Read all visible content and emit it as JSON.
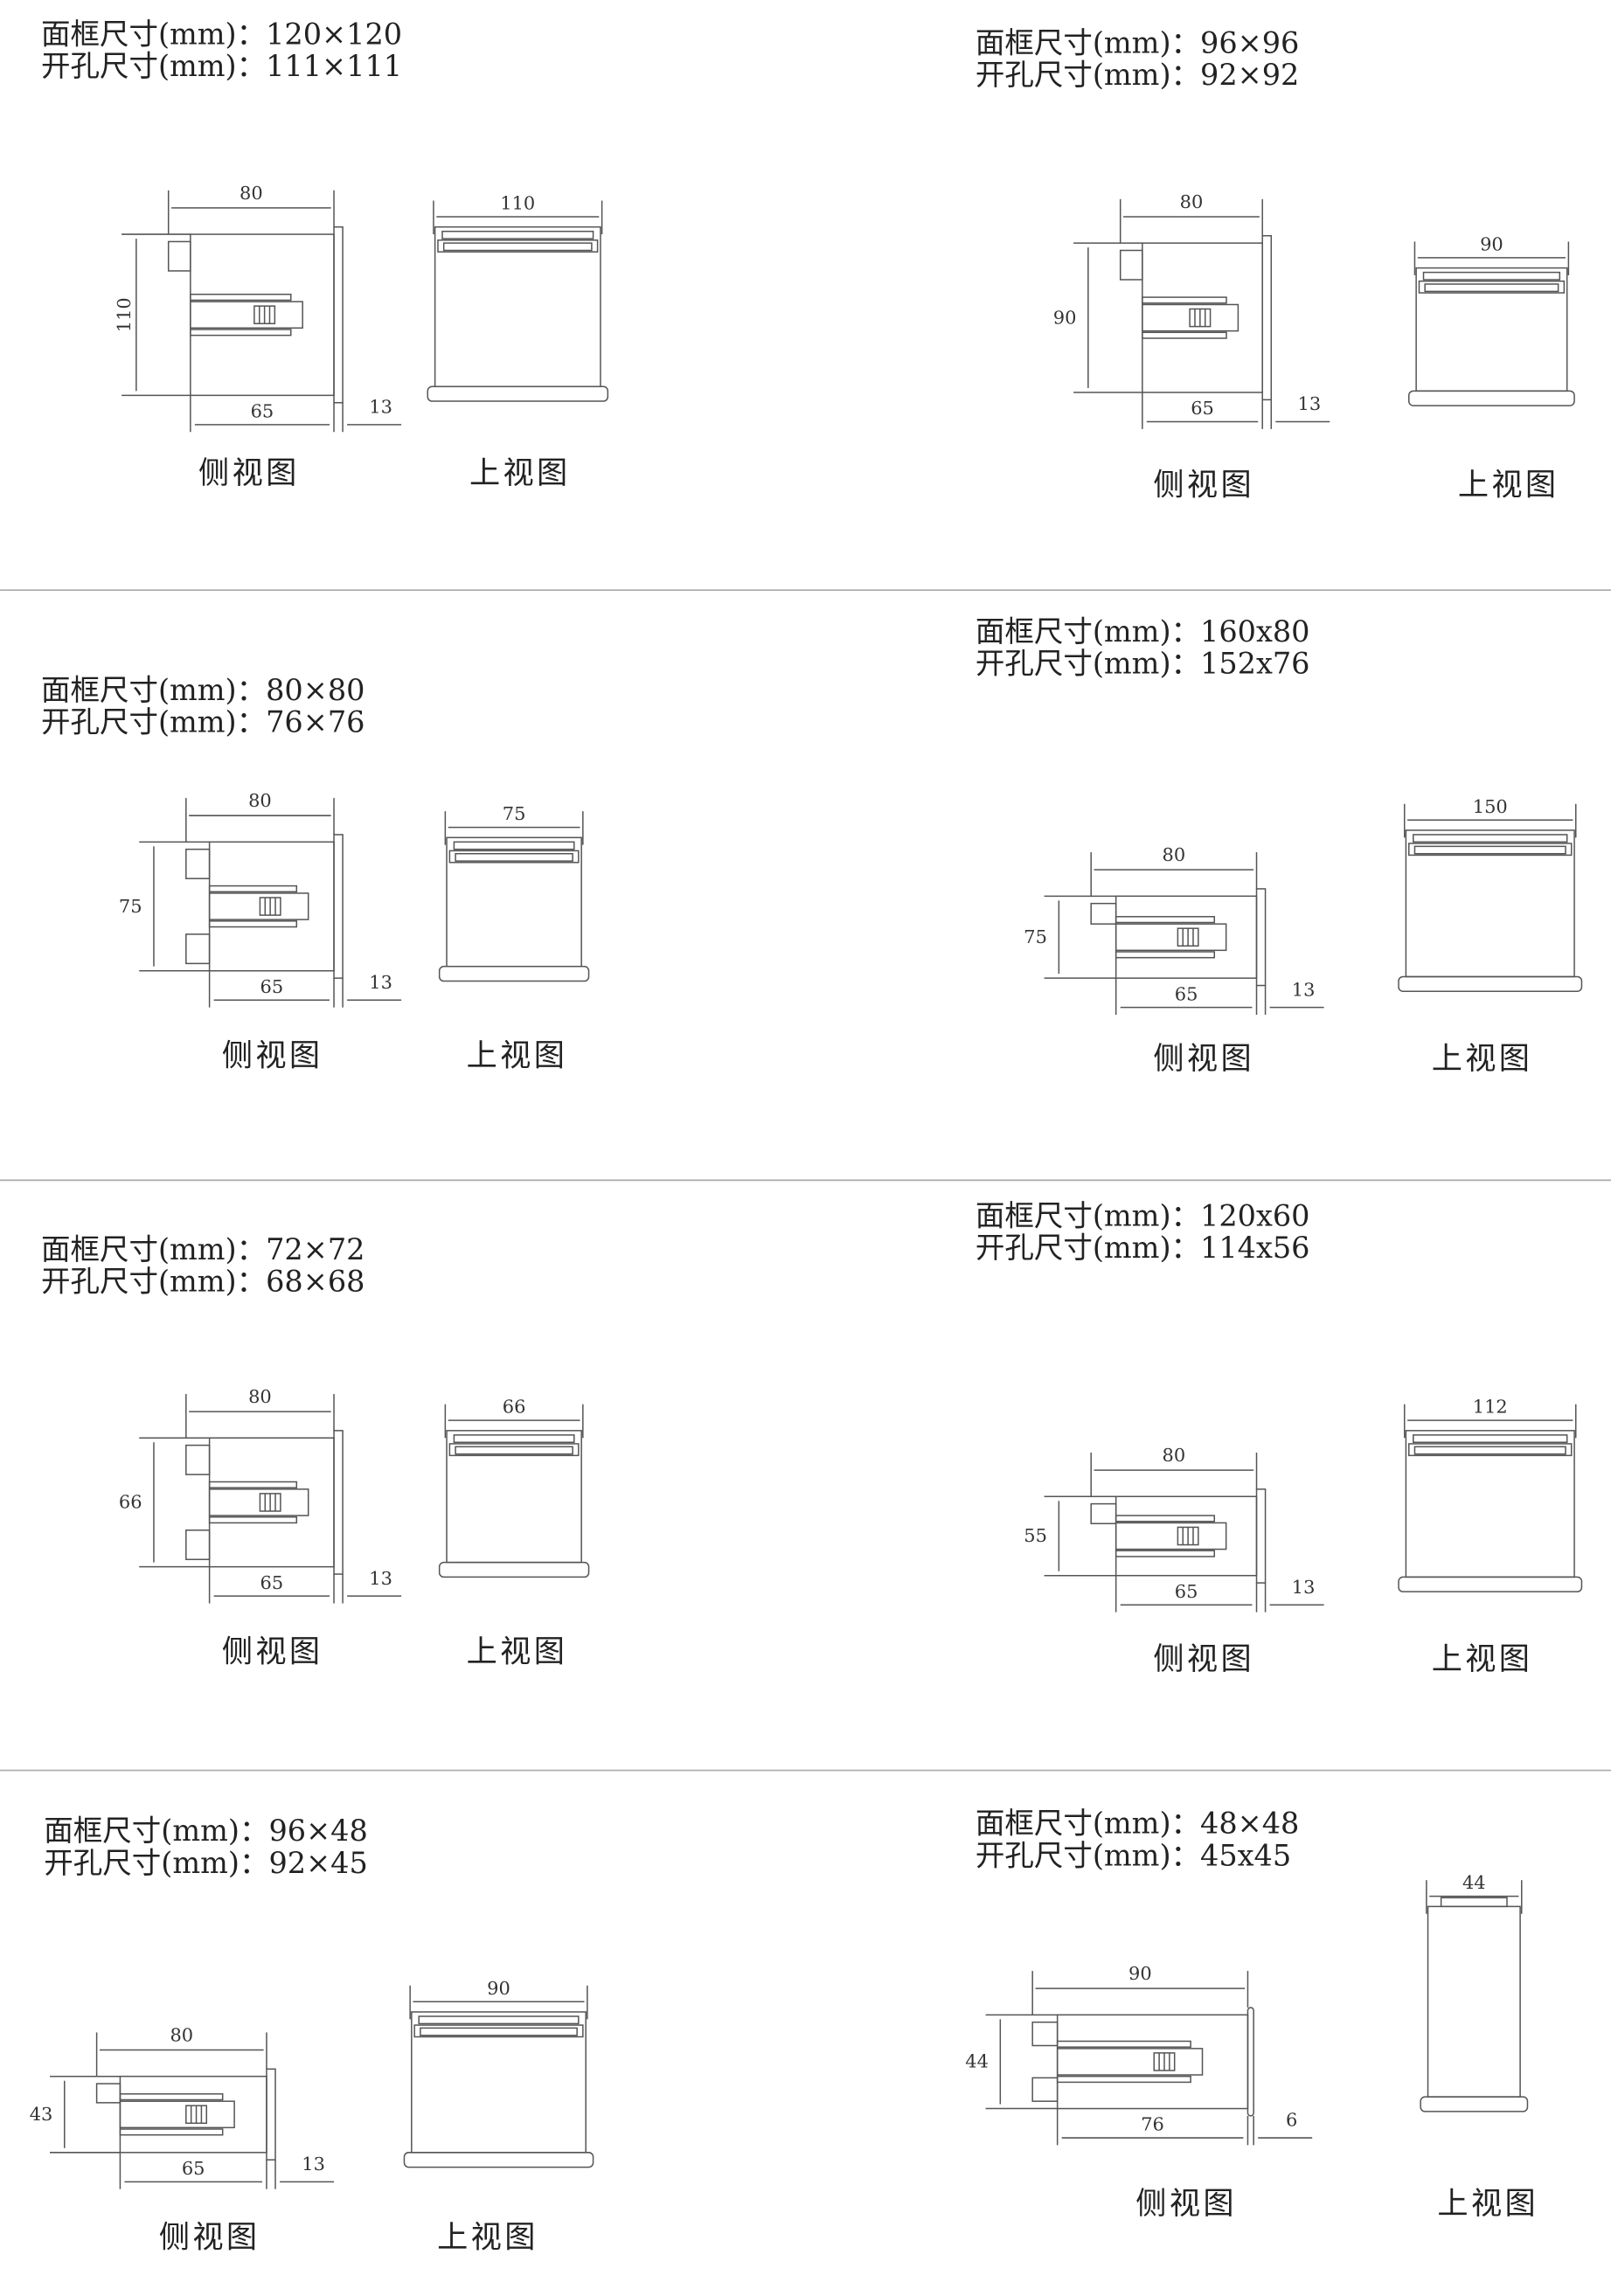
{
  "panels": [
    {
      "frame": "面框尺寸(mm)：120×120",
      "cutout": "开孔尺寸(mm)：111×111",
      "side": {
        "width": "80",
        "height": "110",
        "depth": "65",
        "thickness": "13"
      },
      "top": {
        "width": "110"
      },
      "side_caption": "侧视图",
      "top_caption": "上视图"
    },
    {
      "frame": "面框尺寸(mm)：96×96",
      "cutout": "开孔尺寸(mm)：92×92",
      "side": {
        "width": "80",
        "height": "90",
        "depth": "65",
        "thickness": "13"
      },
      "top": {
        "width": "90"
      },
      "side_caption": "侧视图",
      "top_caption": "上视图"
    },
    {
      "frame": "面框尺寸(mm)：80×80",
      "cutout": "开孔尺寸(mm)：76×76",
      "side": {
        "width": "80",
        "height": "75",
        "depth": "65",
        "thickness": "13"
      },
      "top": {
        "width": "75"
      },
      "side_caption": "侧视图",
      "top_caption": "上视图"
    },
    {
      "frame": "面框尺寸(mm)：160x80",
      "cutout": "开孔尺寸(mm)：152x76",
      "side": {
        "width": "80",
        "height": "75",
        "depth": "65",
        "thickness": "13"
      },
      "top": {
        "width": "150"
      },
      "side_caption": "侧视图",
      "top_caption": "上视图"
    },
    {
      "frame": "面框尺寸(mm)：72×72",
      "cutout": "开孔尺寸(mm)：68×68",
      "side": {
        "width": "80",
        "height": "66",
        "depth": "65",
        "thickness": "13"
      },
      "top": {
        "width": "66"
      },
      "side_caption": "侧视图",
      "top_caption": "上视图"
    },
    {
      "frame": "面框尺寸(mm)：120x60",
      "cutout": "开孔尺寸(mm)：114x56",
      "side": {
        "width": "80",
        "height": "55",
        "depth": "65",
        "thickness": "13"
      },
      "top": {
        "width": "112"
      },
      "side_caption": "侧视图",
      "top_caption": "上视图"
    },
    {
      "frame": "面框尺寸(mm)：96×48",
      "cutout": "开孔尺寸(mm)：92×45",
      "side": {
        "width": "80",
        "height": "43",
        "depth": "65",
        "thickness": "13"
      },
      "top": {
        "width": "90"
      },
      "side_caption": "侧视图",
      "top_caption": "上视图"
    },
    {
      "frame": "面框尺寸(mm)：48×48",
      "cutout": "开孔尺寸(mm)：45x45",
      "side": {
        "width": "90",
        "height": "44",
        "depth": "76",
        "thickness": "6"
      },
      "top": {
        "width": "44"
      },
      "side_caption": "侧视图",
      "top_caption": "上视图"
    }
  ]
}
